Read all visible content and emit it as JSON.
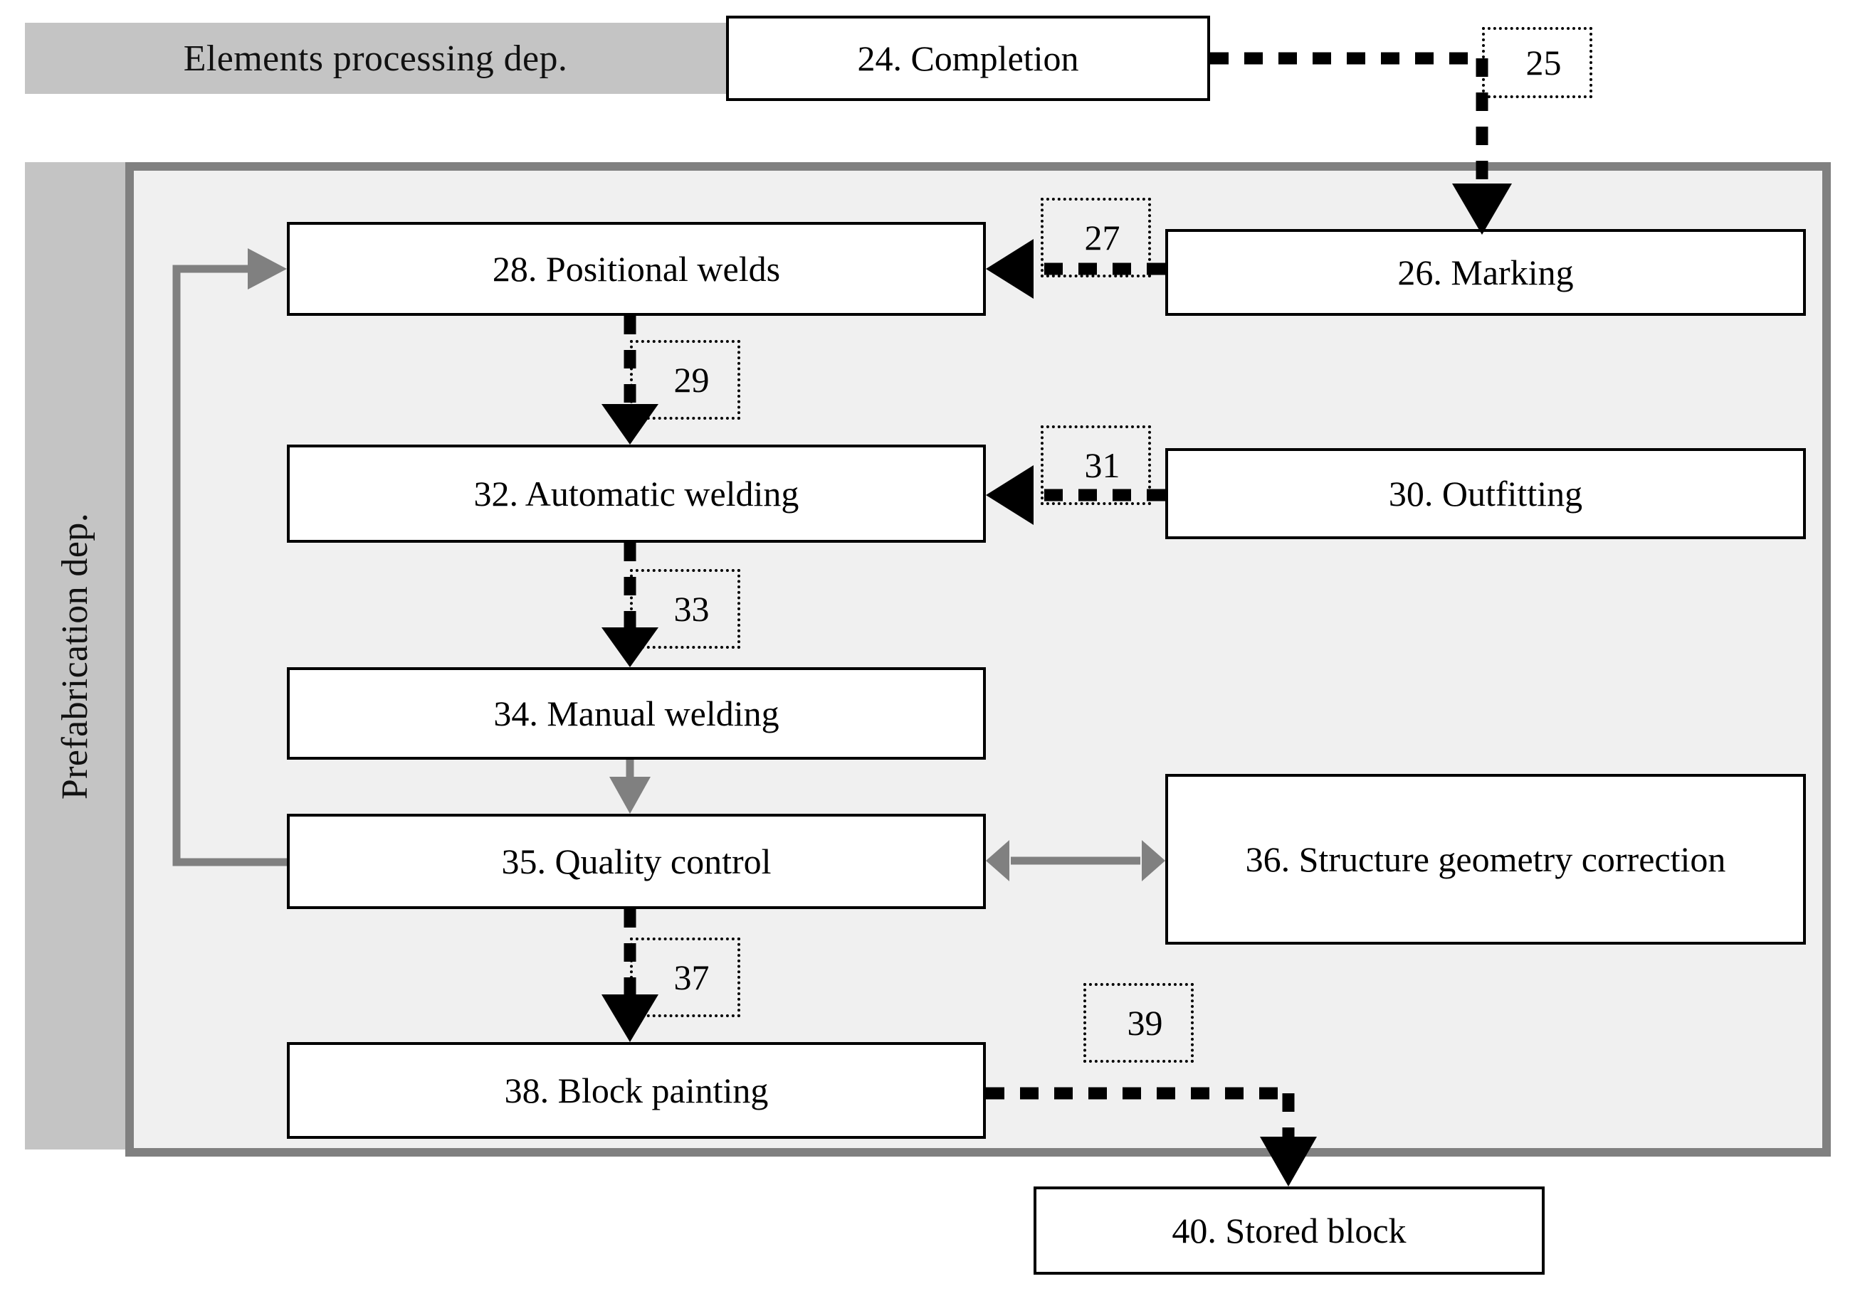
{
  "diagram": {
    "title_band_elements": "Elements processing dep.",
    "title_band_prefab": "Prefabrication dep.",
    "colors": {
      "band_fill": "#c4c4c4",
      "container_fill": "#f0f0f0",
      "container_border": "#808080",
      "node_border": "#000000",
      "node_fill": "#ffffff",
      "grey_arrow": "#808080",
      "black_arrow": "#000000"
    }
  },
  "nodes": [
    {
      "id": "24",
      "label": "24. Completion"
    },
    {
      "id": "26",
      "label": "26. Marking"
    },
    {
      "id": "28",
      "label": "28. Positional welds"
    },
    {
      "id": "30",
      "label": "30. Outfitting"
    },
    {
      "id": "32",
      "label": "32. Automatic welding"
    },
    {
      "id": "34",
      "label": "34. Manual welding"
    },
    {
      "id": "35",
      "label": "35. Quality control"
    },
    {
      "id": "36",
      "label": "36. Structure geometry correction"
    },
    {
      "id": "38",
      "label": "38. Block painting"
    },
    {
      "id": "40",
      "label": "40. Stored block"
    }
  ],
  "edge_tags": [
    {
      "id": "25",
      "label": "25",
      "from": "24",
      "to": "26",
      "style": "dotted"
    },
    {
      "id": "27",
      "label": "27",
      "from": "26",
      "to": "28",
      "style": "dotted"
    },
    {
      "id": "29",
      "label": "29",
      "from": "28",
      "to": "32",
      "style": "dotted"
    },
    {
      "id": "31",
      "label": "31",
      "from": "30",
      "to": "32",
      "style": "dotted"
    },
    {
      "id": "33",
      "label": "33",
      "from": "32",
      "to": "34",
      "style": "dotted"
    },
    {
      "id": "37",
      "label": "37",
      "from": "35",
      "to": "38",
      "style": "dotted"
    },
    {
      "id": "39",
      "label": "39",
      "from": "38",
      "to": "40",
      "style": "dotted"
    }
  ],
  "untagged_edges": [
    {
      "from": "34",
      "to": "35",
      "style": "solid-grey",
      "direction": "down"
    },
    {
      "from": "35",
      "to": "36",
      "style": "solid-grey",
      "direction": "bidirectional"
    },
    {
      "from": "35",
      "to": "28",
      "style": "solid-grey",
      "direction": "feedback-loop"
    }
  ]
}
